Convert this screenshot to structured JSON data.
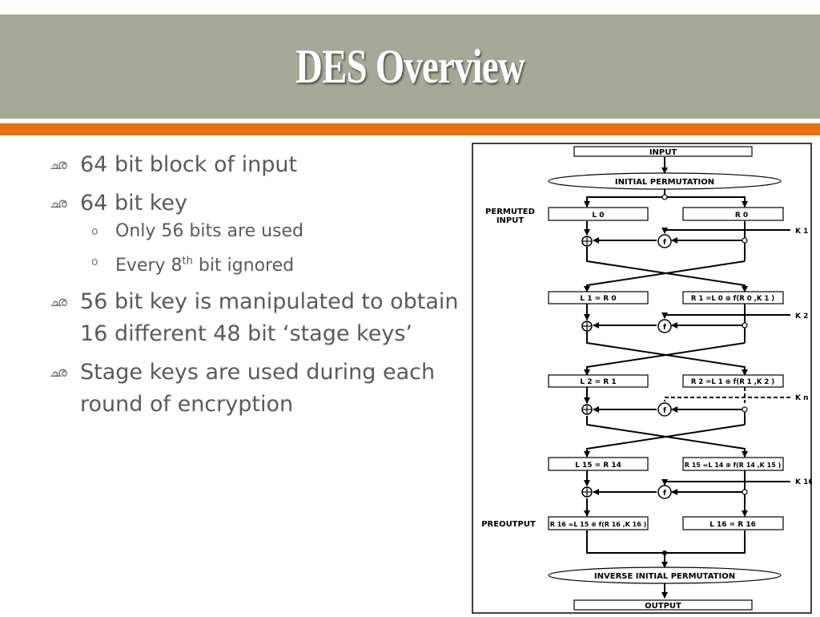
{
  "slide": {
    "title": "DES Overview"
  },
  "bullets": {
    "b1": "64 bit block of input",
    "b2": "64 bit key",
    "b2a": "Only 56 bits are used",
    "b2b_pre": "Every 8",
    "b2b_sup": "th",
    "b2b_post": " bit ignored",
    "b3": "56 bit key is manipulated to obtain 16 different 48 bit ‘stage keys’",
    "b4": "Stage keys are used during each round of encryption",
    "glyph_main": "ഛ",
    "glyph_sub": "o"
  },
  "diagram": {
    "input": "INPUT",
    "initial_perm": "INITIAL PERMUTATION",
    "permuted_input": "PERMUTED",
    "permuted_input2": "INPUT",
    "l0": "L 0",
    "r0": "R 0",
    "k1": "K 1",
    "f": "f",
    "l1": "L 1 = R 0",
    "r1": "R 1 =L 0 ⊕ f(R 0 ,K 1 )",
    "k2": "K 2",
    "l2": "L 2 = R 1",
    "r2": "R 2 =L 1 ⊕ f(R 1 ,K 2 )",
    "kn": "K n",
    "l15": "L 15 = R 14",
    "r15": "R 15 =L 14 ⊕ f(R 14 ,K 15 )",
    "k16": "K 16",
    "preoutput": "PREOUTPUT",
    "r16": "R 16 =L 15 ⊕ f(R 16 ,K 16 )",
    "l16": "L 16 = R 16",
    "inverse_perm": "INVERSE   INITIAL   PERMUTATION",
    "output": "OUTPUT"
  },
  "colors": {
    "title_band": "#a6a997",
    "accent": "#e8700e",
    "text": "#5a5a5a"
  }
}
